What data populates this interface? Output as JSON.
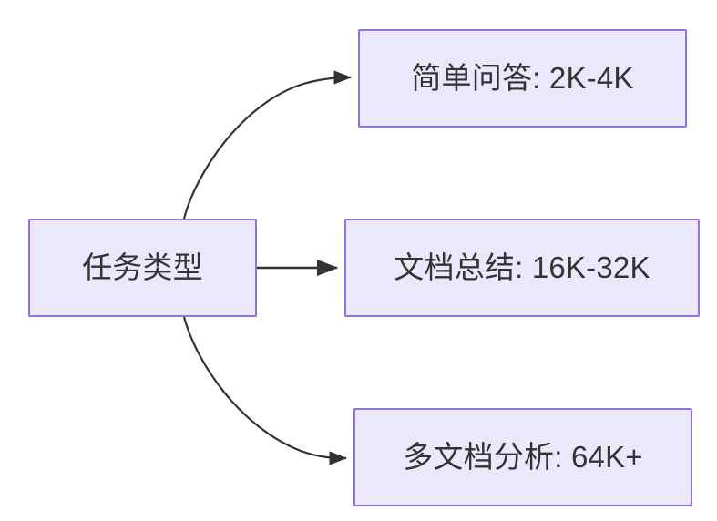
{
  "diagram": {
    "type": "flowchart",
    "direction": "left-to-right",
    "background_color": "#ffffff",
    "node_fill_color": "#ebe8fb",
    "node_border_color": "#9370db",
    "node_text_color": "#333333",
    "edge_color": "#333333",
    "root": {
      "id": "task-type",
      "label": "任务类型"
    },
    "branches": [
      {
        "id": "simple-qa",
        "label": "简单问答: 2K-4K",
        "task": "简单问答",
        "context_length": "2K-4K",
        "edge_style": "curved-up",
        "arrowhead": "solid-triangle"
      },
      {
        "id": "doc-summary",
        "label": "文档总结: 16K-32K",
        "task": "文档总结",
        "context_length": "16K-32K",
        "edge_style": "straight",
        "arrowhead": "solid-triangle"
      },
      {
        "id": "multi-doc",
        "label": "多文档分析: 64K+",
        "task": "多文档分析",
        "context_length": "64K+",
        "edge_style": "curved-down",
        "arrowhead": "solid-triangle"
      }
    ]
  }
}
